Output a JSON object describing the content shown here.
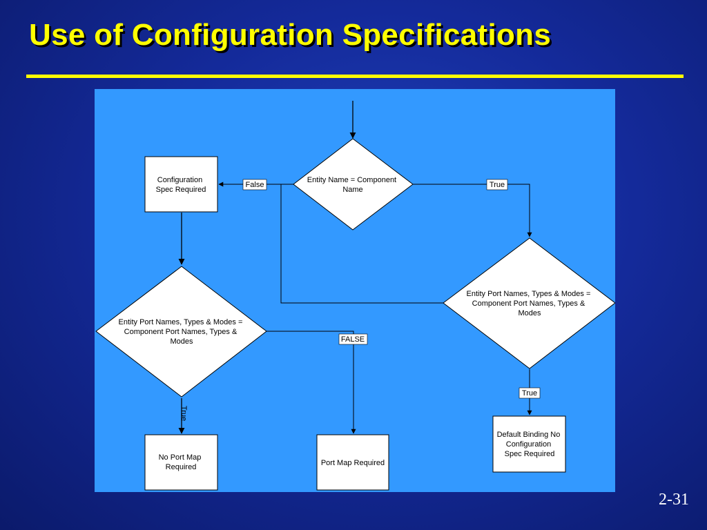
{
  "slide": {
    "title": "Use of Configuration Specifications",
    "page_number": "2-31"
  },
  "diagram": {
    "nodes": {
      "decision_entity_name": [
        "Entity Name = Component",
        "Name"
      ],
      "config_spec_required": [
        "Configuration",
        "Spec Required"
      ],
      "decision_ports_left": [
        "Entity Port Names, Types & Modes =",
        "Component Port Names, Types &",
        "Modes"
      ],
      "decision_ports_right": [
        "Entity Port Names, Types & Modes =",
        "Component Port Names, Types &",
        "Modes"
      ],
      "no_port_map": [
        "No Port Map",
        "Required"
      ],
      "port_map_required": [
        "Port Map Required"
      ],
      "default_binding": [
        "Default Binding No",
        "Configuration",
        "Spec Required"
      ]
    },
    "edge_labels": {
      "false_top": "False",
      "true_top": "True",
      "false_left": "FALSE",
      "true_left": "True",
      "true_right": "True"
    }
  }
}
